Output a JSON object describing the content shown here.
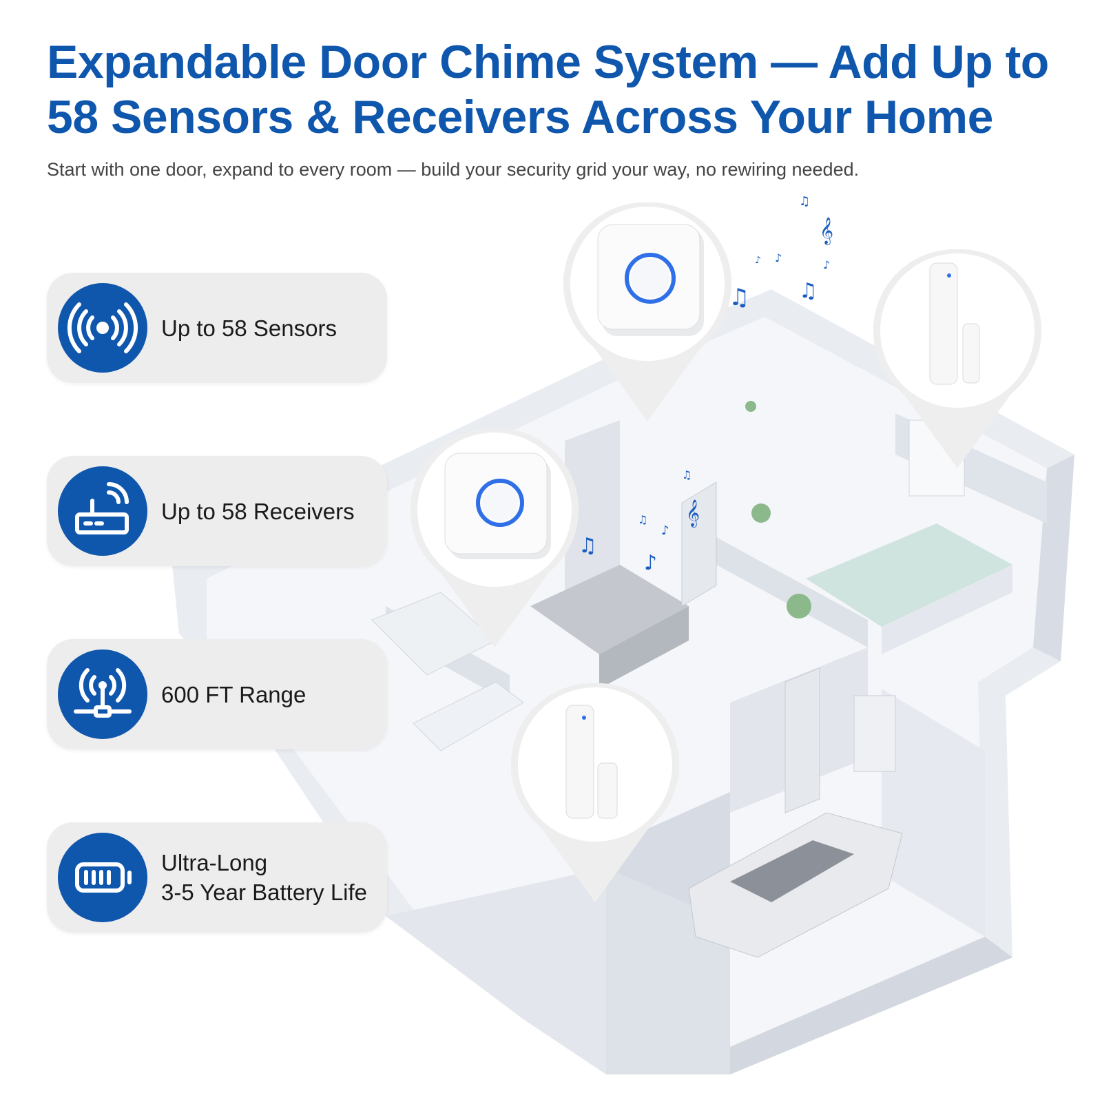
{
  "headline": {
    "line1": "Expandable Door Chime System — Add Up to",
    "line2": "58 Sensors & Receivers Across Your Home"
  },
  "subheadline": "Start with one door, expand to every room — build your security grid your way, no rewiring needed.",
  "features": [
    {
      "icon": "wireless-signal-icon",
      "line1": "Up to 58 Sensors",
      "line2": ""
    },
    {
      "icon": "router-icon",
      "line1": "Up to 58 Receivers",
      "line2": ""
    },
    {
      "icon": "antenna-range-icon",
      "line1": "600 FT Range",
      "line2": ""
    },
    {
      "icon": "battery-icon",
      "line1": "Ultra-Long",
      "line2": "3-5 Year Battery Life"
    }
  ],
  "colors": {
    "brand_blue": "#0f56ad",
    "card_background": "#ededed",
    "chime_ring": "#2f6fe8",
    "music_note": "#1a5cc0"
  },
  "devices": [
    {
      "type": "chime-receiver",
      "icon": "chime-receiver-icon"
    },
    {
      "type": "chime-receiver",
      "icon": "chime-receiver-icon"
    },
    {
      "type": "door-sensor",
      "icon": "door-sensor-icon"
    },
    {
      "type": "door-sensor",
      "icon": "door-sensor-icon"
    }
  ]
}
